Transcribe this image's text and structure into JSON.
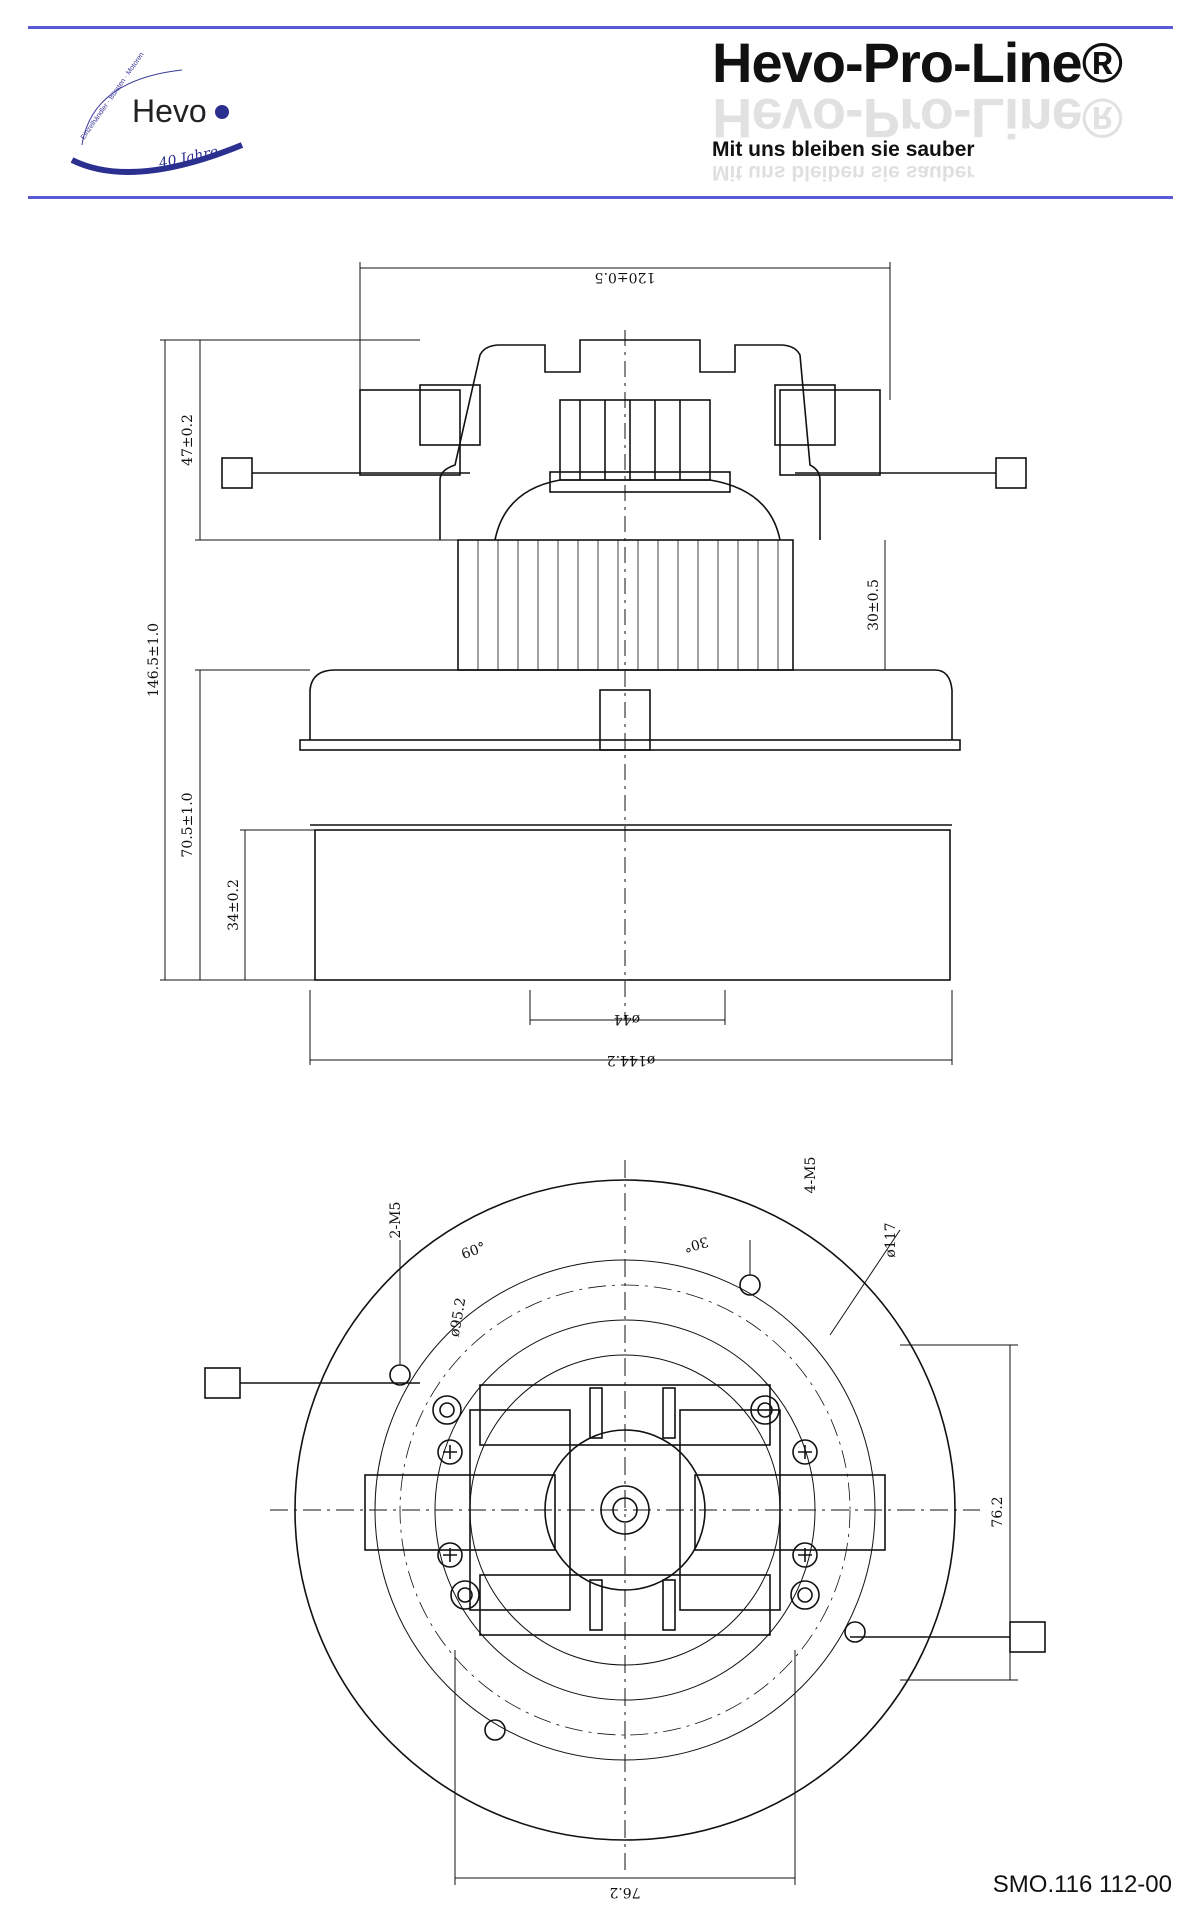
{
  "header": {
    "brand_title": "Hevo-Pro-Line®",
    "slogan": "Mit uns bleiben sie sauber",
    "logo": {
      "name": "Hevo",
      "arc_text": "Einzelhändler · Bürsten · Motoren",
      "anniversary": "40 Jahre"
    },
    "rule_color": "#5a5ad6"
  },
  "side_view": {
    "dim_top_width": "120±0.5",
    "dim_head_height": "47±0.2",
    "dim_total_height": "146.5±1.0",
    "dim_stack_height": "30±0.5",
    "dim_fan_height": "70.5±1.0",
    "dim_lower_height": "34±0.2",
    "dim_inlet_diameter": "ø44",
    "dim_fan_diameter": "ø144.2"
  },
  "top_view": {
    "label_2m5": "2-M5",
    "label_4m5": "4-M5",
    "angle_60": "60°",
    "angle_30": "30°",
    "dim_d117": "ø117",
    "dim_d95": "ø95.2",
    "dim_vertical": "76.2",
    "dim_horizontal": "76.2"
  },
  "footer": {
    "reference": "SMO.116 112-00"
  }
}
